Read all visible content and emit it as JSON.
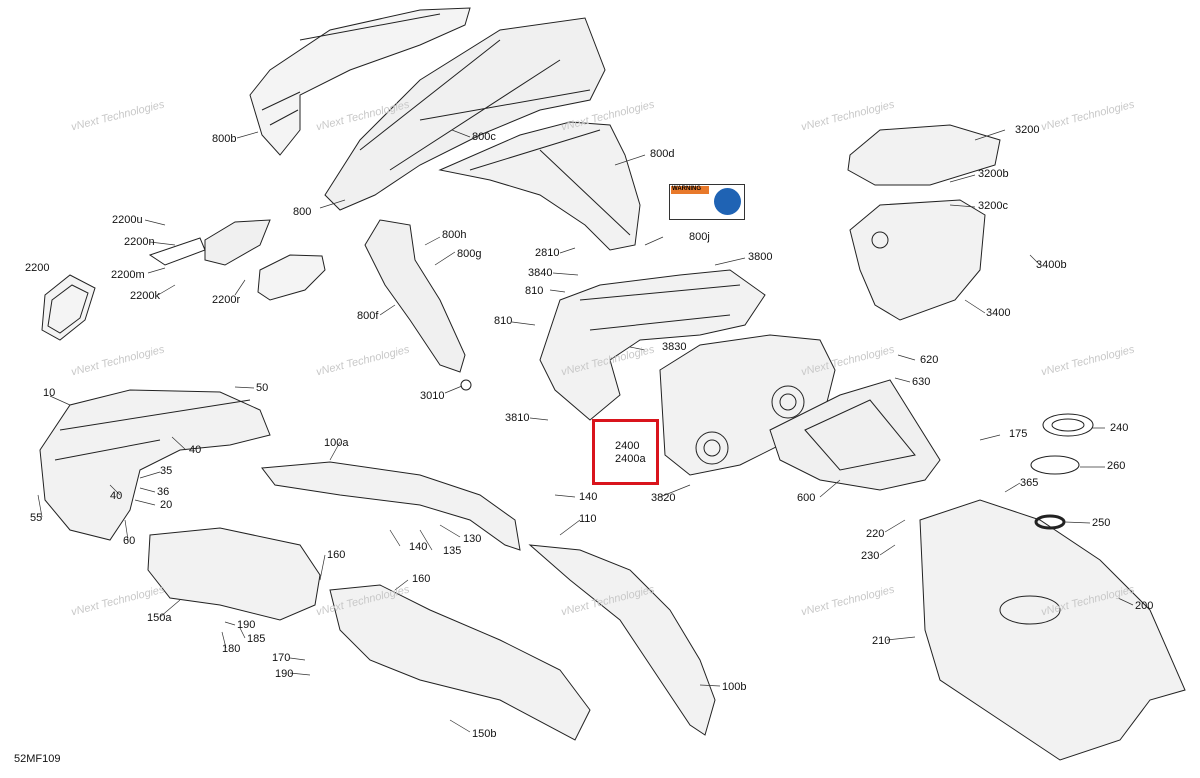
{
  "sheet_id": "52MF109",
  "highlight": {
    "line1": "2400",
    "line2": "2400a",
    "color": "#d9141c"
  },
  "decal_warning_text": "WARNING",
  "watermark": "vNext Technologies",
  "labels": [
    {
      "id": "800b"
    },
    {
      "id": "800"
    },
    {
      "id": "800c"
    },
    {
      "id": "800d"
    },
    {
      "id": "800h"
    },
    {
      "id": "800g"
    },
    {
      "id": "800f"
    },
    {
      "id": "800j"
    },
    {
      "id": "2200u"
    },
    {
      "id": "2200n"
    },
    {
      "id": "2200"
    },
    {
      "id": "2200m"
    },
    {
      "id": "2200k"
    },
    {
      "id": "2200r"
    },
    {
      "id": "2810"
    },
    {
      "id": "3840"
    },
    {
      "id": "810"
    },
    {
      "id": "810"
    },
    {
      "id": "3830"
    },
    {
      "id": "3810"
    },
    {
      "id": "3800"
    },
    {
      "id": "3010"
    },
    {
      "id": "3200"
    },
    {
      "id": "3200b"
    },
    {
      "id": "3200c"
    },
    {
      "id": "3400b"
    },
    {
      "id": "3400"
    },
    {
      "id": "620"
    },
    {
      "id": "630"
    },
    {
      "id": "175"
    },
    {
      "id": "240"
    },
    {
      "id": "260"
    },
    {
      "id": "365"
    },
    {
      "id": "250"
    },
    {
      "id": "220"
    },
    {
      "id": "230"
    },
    {
      "id": "600"
    },
    {
      "id": "3820"
    },
    {
      "id": "10"
    },
    {
      "id": "50"
    },
    {
      "id": "40"
    },
    {
      "id": "35"
    },
    {
      "id": "36"
    },
    {
      "id": "40"
    },
    {
      "id": "20"
    },
    {
      "id": "55"
    },
    {
      "id": "60"
    },
    {
      "id": "100a"
    },
    {
      "id": "140"
    },
    {
      "id": "110"
    },
    {
      "id": "140"
    },
    {
      "id": "135"
    },
    {
      "id": "130"
    },
    {
      "id": "160"
    },
    {
      "id": "160"
    },
    {
      "id": "150a"
    },
    {
      "id": "190"
    },
    {
      "id": "185"
    },
    {
      "id": "180"
    },
    {
      "id": "170"
    },
    {
      "id": "190"
    },
    {
      "id": "100b"
    },
    {
      "id": "150b"
    },
    {
      "id": "200"
    },
    {
      "id": "210"
    }
  ]
}
